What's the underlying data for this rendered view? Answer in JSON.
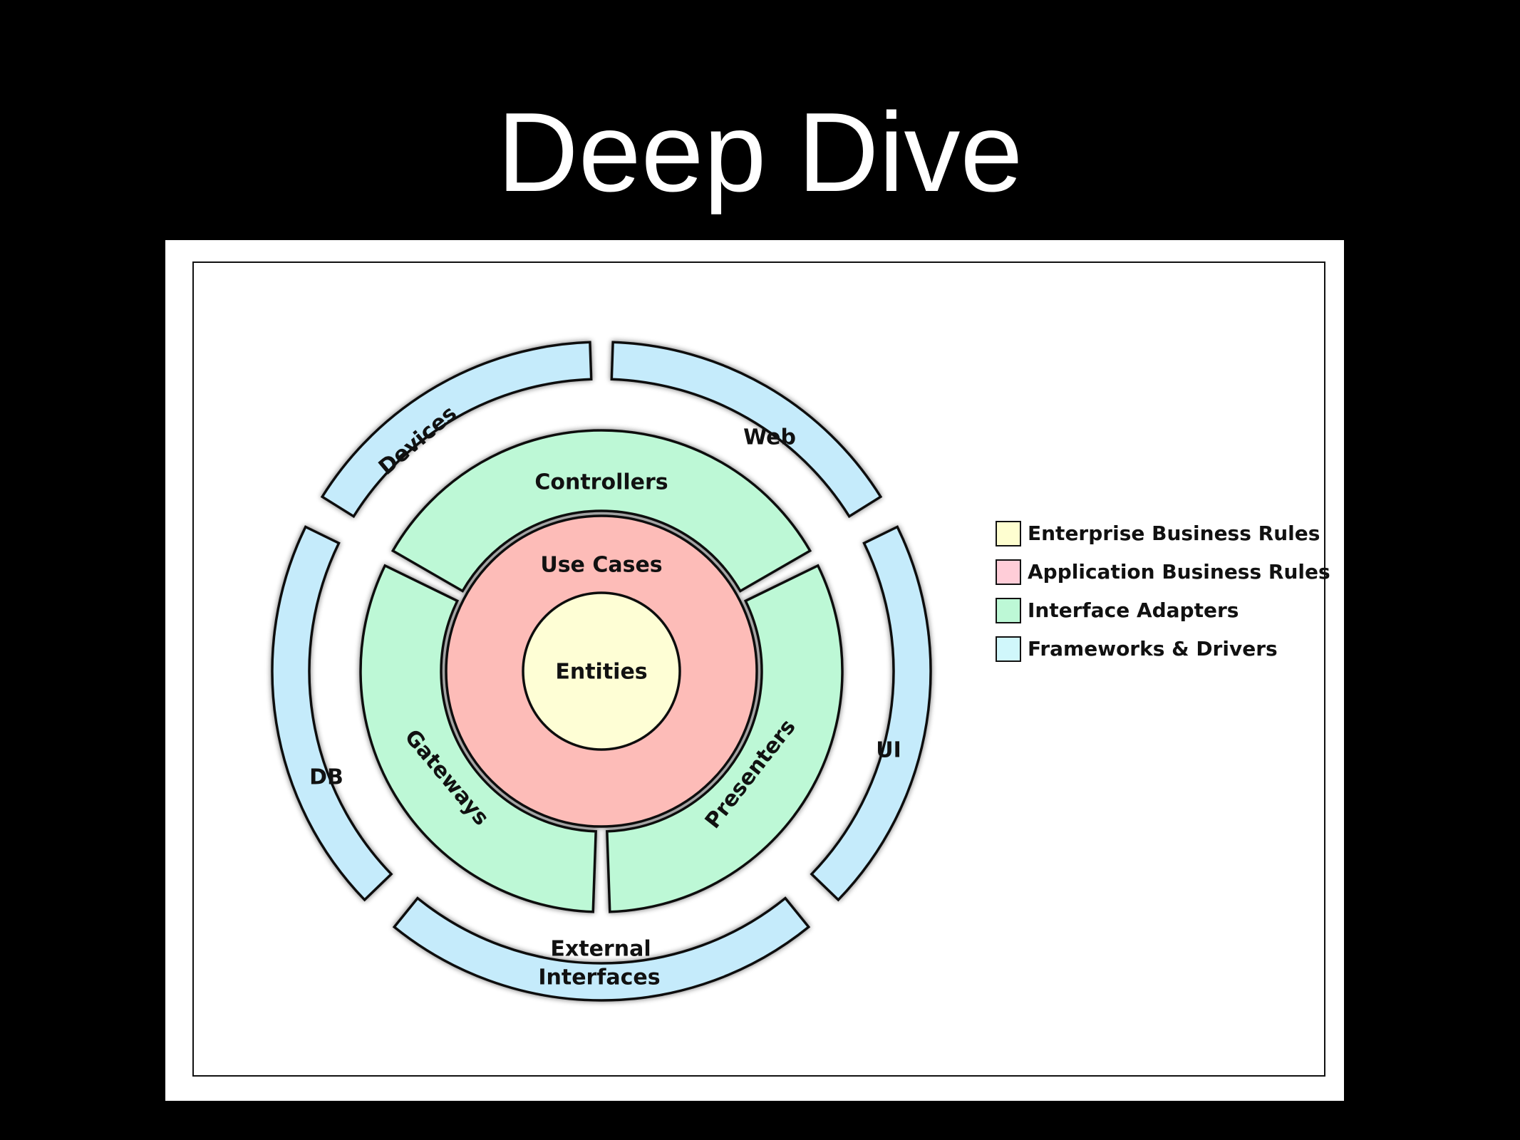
{
  "slide": {
    "title": "Deep Dive"
  },
  "diagram": {
    "colors": {
      "frameworks": "#c5ebfb",
      "adapters": "#bdf8d6",
      "usecases": "#fdbcb8",
      "entities": "#fefed5",
      "stroke": "#111111"
    },
    "outer_segments": {
      "devices": "Devices",
      "web": "Web",
      "ui": "UI",
      "external_line1": "External",
      "external_line2": "Interfaces",
      "db": "DB"
    },
    "adapter_segments": {
      "controllers": "Controllers",
      "presenters": "Presenters",
      "gateways": "Gateways"
    },
    "use_cases": "Use Cases",
    "entities": "Entities",
    "legend": [
      {
        "label": "Enterprise Business Rules",
        "color": "#fefed0"
      },
      {
        "label": "Application Business Rules",
        "color": "#ffcdd8"
      },
      {
        "label": "Interface Adapters",
        "color": "#bdf8d6"
      },
      {
        "label": "Frameworks & Drivers",
        "color": "#d0f7fb"
      }
    ]
  }
}
